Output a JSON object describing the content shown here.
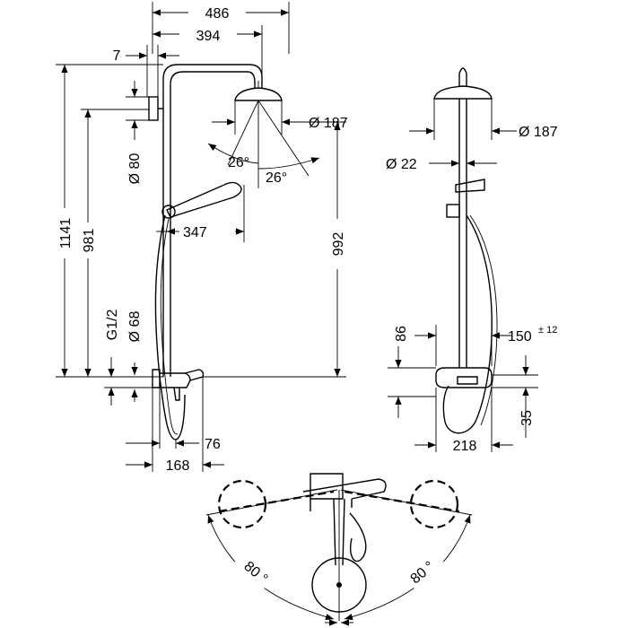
{
  "dimensions": {
    "width_486": "486",
    "width_394": "394",
    "offset_7": "7",
    "head_dia_left": "Ø 187",
    "pipe_dia_80": "Ø 80",
    "angle_left": "26°",
    "angle_right": "26°",
    "hand_347": "347",
    "height_1141": "1141",
    "height_981": "981",
    "height_992": "992",
    "thread_g12": "G1/2",
    "rose_dia_68": "Ø 68",
    "depth_76": "76",
    "depth_168": "168",
    "head_dia_right": "Ø 187",
    "rail_dia_22": "Ø 22",
    "height_86": "86",
    "spread_150": "150",
    "tolerance": "± 12",
    "height_35": "35",
    "width_218": "218",
    "swivel_left": "80 °",
    "swivel_right": "80 °"
  }
}
